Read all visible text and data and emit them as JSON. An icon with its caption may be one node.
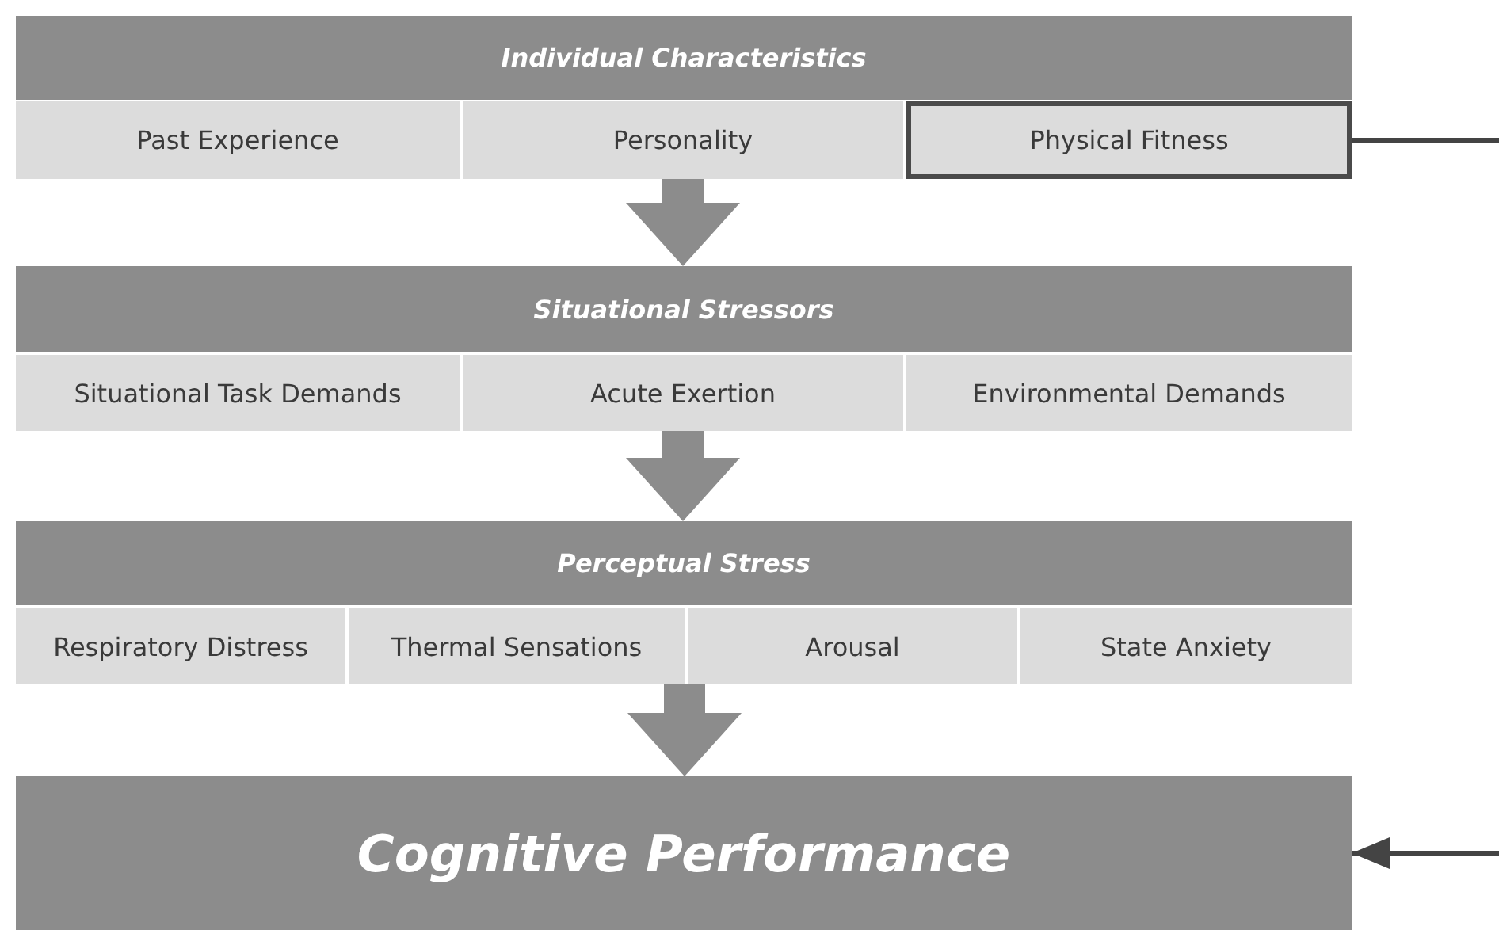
{
  "diagram": {
    "nodes": [
      {
        "text": [
          "Individual Characteristics"
        ]
      },
      {
        "text": [
          "Past Experience"
        ]
      },
      {
        "text": [
          "Personality"
        ]
      },
      {
        "text": [
          "Physical Fitness"
        ]
      },
      {
        "text": [
          "Situational Stressors"
        ]
      },
      {
        "text": [
          "Situational Task Demands"
        ]
      },
      {
        "text": [
          "Acute Exertion"
        ]
      },
      {
        "text": [
          "Environmental Demands"
        ]
      },
      {
        "text": [
          "Perceptual Stress"
        ]
      },
      {
        "text": [
          "Respiratory Distress"
        ]
      },
      {
        "text": [
          "Thermal Sensations"
        ]
      },
      {
        "text": [
          "Arousal"
        ]
      },
      {
        "text": [
          "State Anxiety"
        ]
      },
      {
        "text": [
          "Cognitive Performance"
        ]
      }
    ],
    "edges": [
      {
        "from": 2,
        "to": 4,
        "arrow": "to"
      },
      {
        "from": 6,
        "to": 8,
        "arrow": "to"
      },
      {
        "from": 10,
        "to": 13,
        "arrow": "to"
      },
      {
        "from": 3,
        "to": 13,
        "arrow": "to",
        "color": "#444444"
      }
    ]
  }
}
